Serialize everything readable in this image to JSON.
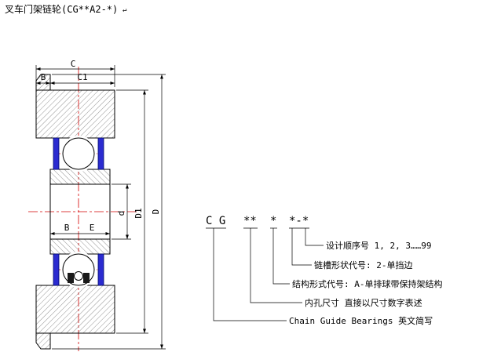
{
  "title": {
    "text": "叉车门架链轮(CG**A2-*)",
    "mark": "↵"
  },
  "drawing": {
    "dims": {
      "C": "C",
      "C1": "C1",
      "B_flange": "B",
      "B_bore": "B",
      "E": "E",
      "d": "d",
      "D1": "D1",
      "D": "D"
    },
    "colors": {
      "outline": "#000000",
      "centerline": "#d40000",
      "seal_fill": "#2b2bd0",
      "hatch": "#4a4a4a"
    }
  },
  "code": {
    "parts": [
      "C G",
      "**",
      "*",
      "*-*"
    ],
    "labels": [
      "设计顺序号 1, 2, 3……99",
      "链槽形状代号: 2-单挡边",
      "结构形式代号: A-单排球带保持架结构",
      "内孔尺寸 直接以尺寸数字表述",
      "Chain Guide Bearings 英文简写"
    ]
  }
}
